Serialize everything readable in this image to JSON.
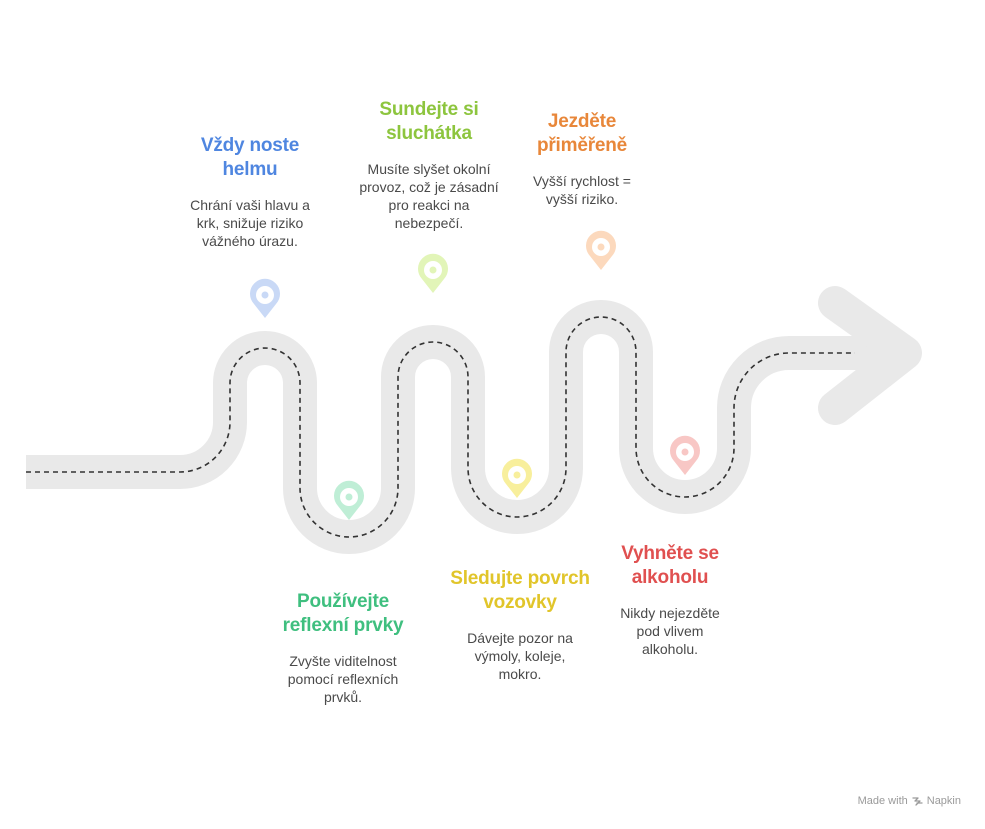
{
  "steps": [
    {
      "title_line1": "Vždy noste",
      "title_line2": "helmu",
      "desc_lines": [
        "Chrání vaši hlavu a",
        "krk, snižuje riziko",
        "vážného úrazu."
      ],
      "color": "#4f86e0",
      "pin_color": "#c9d9f6",
      "icon": "location-pin-icon"
    },
    {
      "title_line1": "Používejte",
      "title_line2": "reflexní prvky",
      "desc_lines": [
        "Zvyšte viditelnost",
        "pomocí reflexních",
        "prvků."
      ],
      "color": "#3fbf7f",
      "pin_color": "#bfeed6",
      "icon": "location-pin-icon"
    },
    {
      "title_line1": "Sundejte si",
      "title_line2": "sluchátka",
      "desc_lines": [
        "Musíte slyšet okolní",
        "provoz, což je zásadní",
        "pro reakci na",
        "nebezpečí."
      ],
      "color": "#8dc53e",
      "pin_color": "#e2f5b8",
      "icon": "location-pin-icon"
    },
    {
      "title_line1": "Sledujte povrch",
      "title_line2": "vozovky",
      "desc_lines": [
        "Dávejte pozor na",
        "výmoly, koleje,",
        "mokro."
      ],
      "color": "#e1c52a",
      "pin_color": "#f8ef9c",
      "icon": "location-pin-icon"
    },
    {
      "title_line1": "Jezděte",
      "title_line2": "přiměřeně",
      "desc_lines": [
        "Vyšší rychlost =",
        "vyšší riziko."
      ],
      "color": "#e8873a",
      "pin_color": "#fcd9bd",
      "icon": "location-pin-icon"
    },
    {
      "title_line1": "Vyhněte se",
      "title_line2": "alkoholu",
      "desc_lines": [
        "Nikdy nejezděte",
        "pod vlivem",
        "alkoholu."
      ],
      "color": "#e05050",
      "pin_color": "#f8c7c5",
      "icon": "location-pin-icon"
    }
  ],
  "road": {
    "color": "#e9e9e9",
    "dash_color": "#333333",
    "icon": "road-arrow-icon"
  },
  "footer": {
    "made_with": "Made with",
    "brand": "Napkin",
    "icon": "napkin-logo-icon"
  }
}
